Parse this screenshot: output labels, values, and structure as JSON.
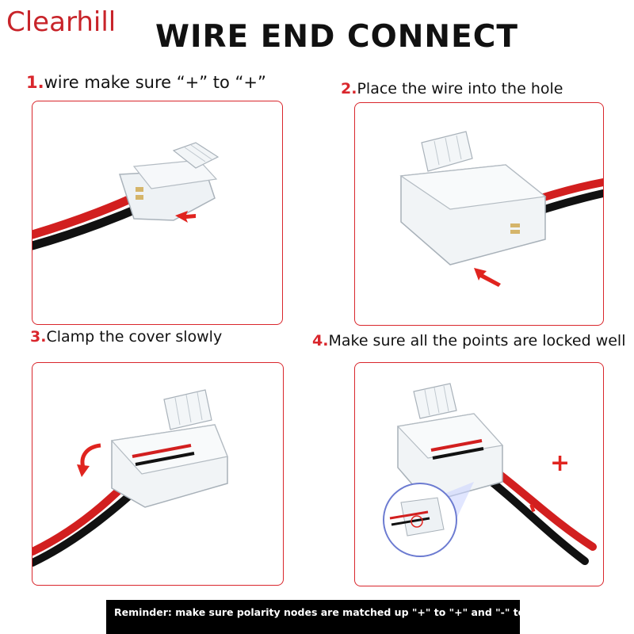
{
  "brand": "Clearhill",
  "title": "WIRE END CONNECT",
  "steps": [
    {
      "num": "1.",
      "text": "wire make sure “+” to “+”"
    },
    {
      "num": "2.",
      "text": "Place the wire into the hole"
    },
    {
      "num": "3.",
      "text": "Clamp the cover slowly"
    },
    {
      "num": "4.",
      "text": "Make sure all the points are locked well"
    }
  ],
  "polarity": {
    "plus": "+",
    "minus": "-"
  },
  "reminder": "Reminder: make sure polarity nodes are matched up \"+\" to \"+\" and \"-\" to \"-\"",
  "colors": {
    "brand_red": "#c8242a",
    "accent_red": "#d9262c",
    "wire_red": "#d21f1f",
    "wire_black": "#111111"
  }
}
